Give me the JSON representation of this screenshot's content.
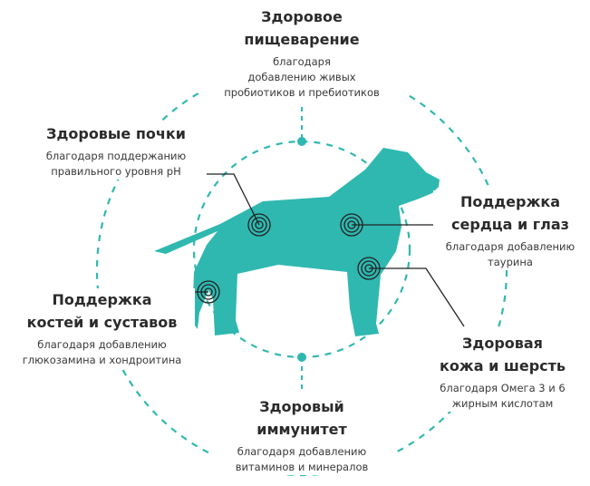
{
  "accent_color": "#2fb8b0",
  "benefits": [
    {
      "title": [
        "Здоровое",
        "пищеварение"
      ],
      "sub": [
        "благодаря",
        "добавлению живых",
        "пробиотиков и пребиотиков"
      ]
    },
    {
      "title": [
        "Здоровые почки"
      ],
      "sub": [
        "благодаря поддержанию",
        "правильного уровня pH"
      ]
    },
    {
      "title": [
        "Поддержка",
        "сердца и глаз"
      ],
      "sub": [
        "благодаря добавлению",
        "таурина"
      ]
    },
    {
      "title": [
        "Поддержка",
        "костей и суставов"
      ],
      "sub": [
        "благодаря добавлению",
        "глюкозамина и хондроитина"
      ]
    },
    {
      "title": [
        "Здоровая",
        "кожа и шерсть"
      ],
      "sub": [
        "благодаря Омега 3 и 6",
        "жирным кислотам"
      ]
    },
    {
      "title": [
        "Здоровый",
        "иммунитет"
      ],
      "sub": [
        "благодаря добавлению",
        "витаминов и минералов"
      ]
    }
  ]
}
